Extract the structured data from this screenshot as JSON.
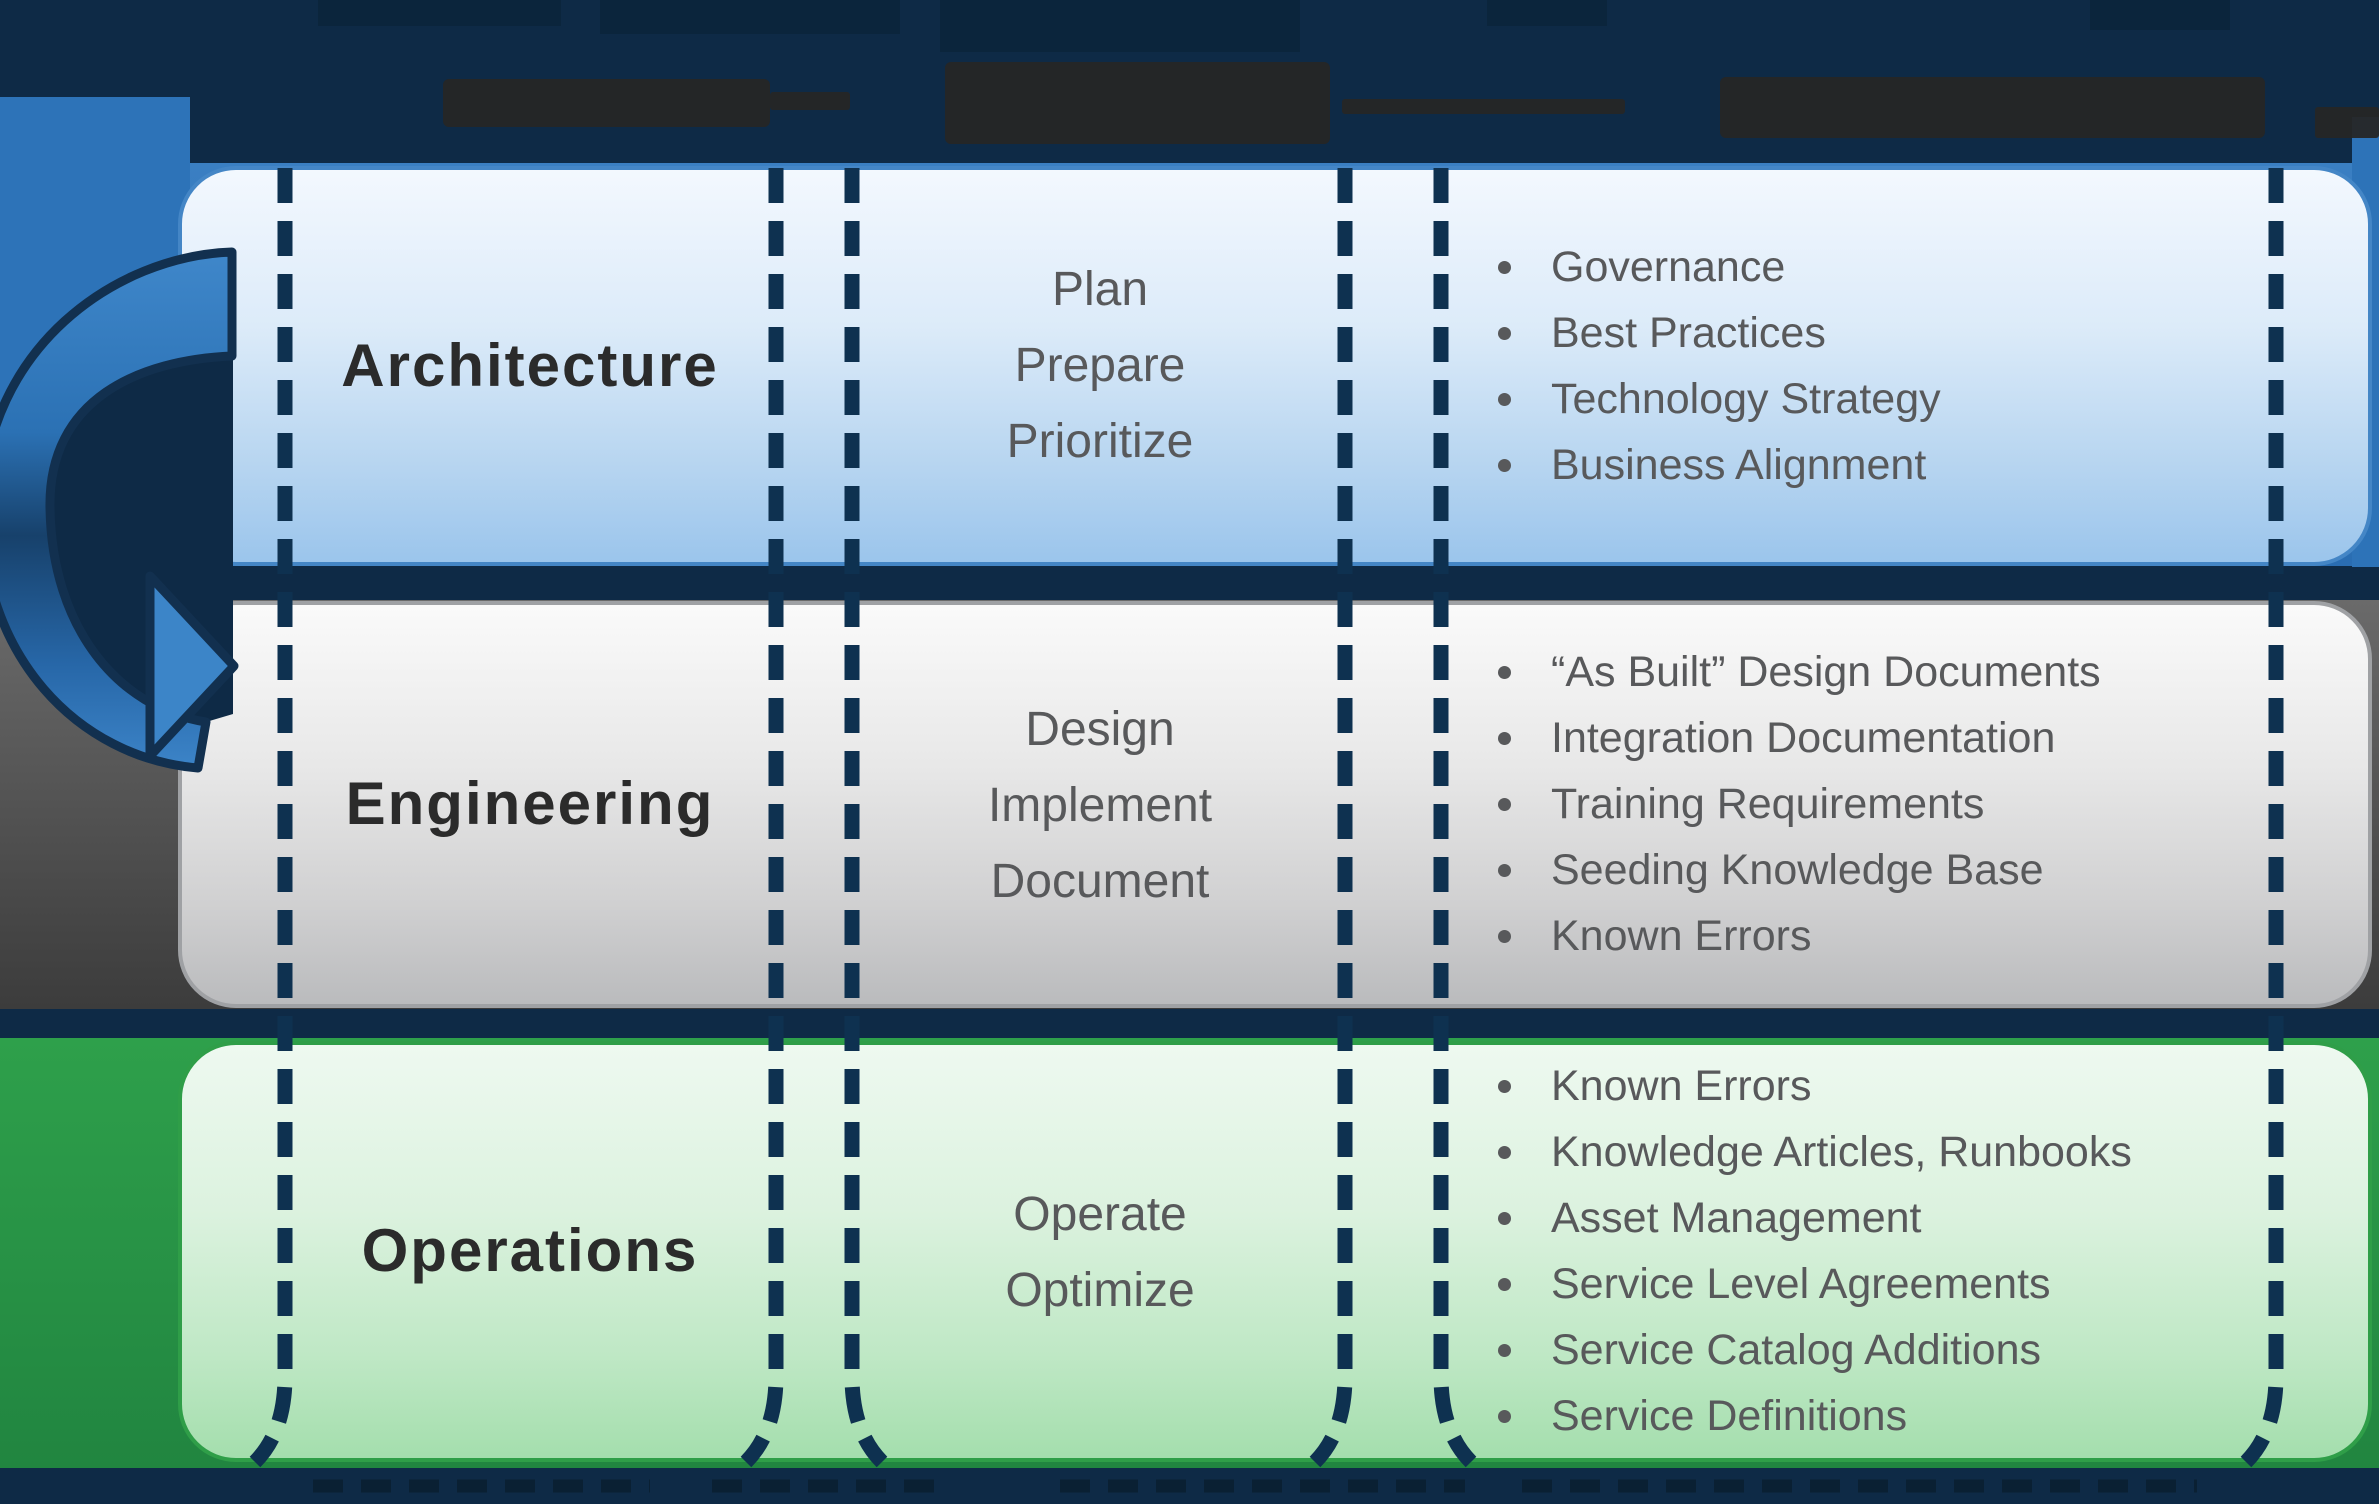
{
  "diagram_title": "",
  "rows": [
    {
      "label": "Architecture",
      "functions": [
        "Plan",
        "Prepare",
        "Prioritize"
      ],
      "outputs": [
        "Governance",
        "Best Practices",
        "Technology Strategy",
        "Business Alignment"
      ]
    },
    {
      "label": "Engineering",
      "functions": [
        "Design",
        "Implement",
        "Document"
      ],
      "outputs": [
        "“As Built” Design Documents",
        "Integration Documentation",
        "Training Requirements",
        "Seeding Knowledge Base",
        "Known Errors"
      ]
    },
    {
      "label": "Operations",
      "functions": [
        "Operate",
        "Optimize"
      ],
      "outputs": [
        "Known Errors",
        "Knowledge Articles, Runbooks",
        "Asset Management",
        "Service Level Agreements",
        "Service Catalog Additions",
        "Service Definitions"
      ]
    }
  ],
  "colors": {
    "background": "#0e2a46",
    "architecture_band": "#2d73b8",
    "engineering_band": "#4d4d4d",
    "operations_band": "#2ea04b",
    "architecture_box_top": "#f3f8fe",
    "architecture_box_bottom": "#9bc5ec",
    "engineering_box_top": "#fafafa",
    "engineering_box_bottom": "#babbbd",
    "operations_box_top": "#eef9f0",
    "operations_box_bottom": "#a4dead",
    "dashed_line": "#0e3150",
    "label_text": "#2b2b2b",
    "body_text": "#58595b",
    "arrow_blue": "#3c85c8",
    "redaction": "#262626"
  },
  "icons": {
    "flow_arrow": "curved-cycle-arrow"
  }
}
